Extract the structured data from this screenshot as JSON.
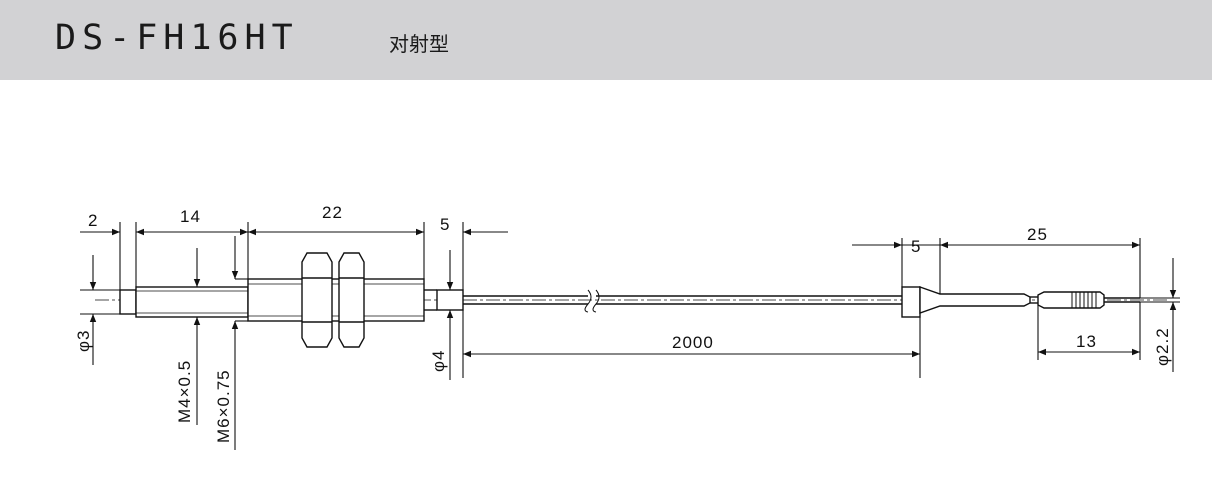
{
  "header": {
    "model": "DS-FH16HT",
    "type": "对射型"
  },
  "dimensions": {
    "d2": "2",
    "d14": "14",
    "d22": "22",
    "d5a": "5",
    "d5b": "5",
    "d25": "25",
    "d2000": "2000",
    "d13": "13",
    "phi3": "φ3",
    "thread_m4": "M4×0.5",
    "thread_m6": "M6×0.75",
    "phi4": "φ4",
    "phi22": "φ2.2"
  },
  "colors": {
    "header_bg": "#d2d2d4",
    "line": "#111111"
  }
}
